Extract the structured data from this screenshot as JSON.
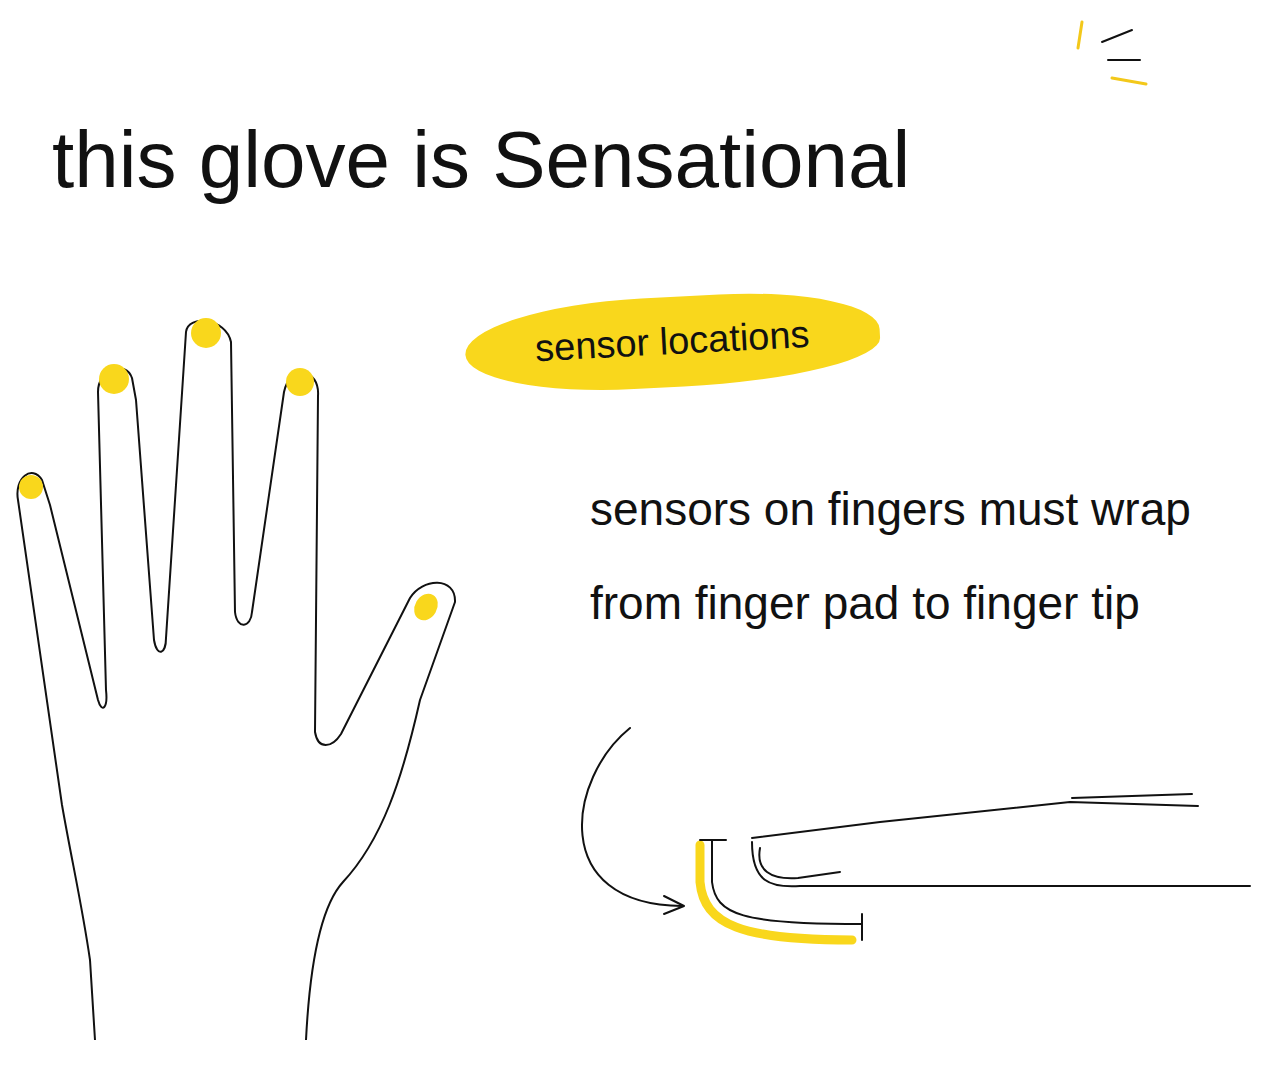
{
  "diagram": {
    "title": "this glove is Sensational",
    "nodes": [
      {
        "text": [
          "sensor locations"
        ]
      }
    ],
    "labels": [
      "sensors on fingers must wrap from finger pad to finger tip"
    ]
  }
}
